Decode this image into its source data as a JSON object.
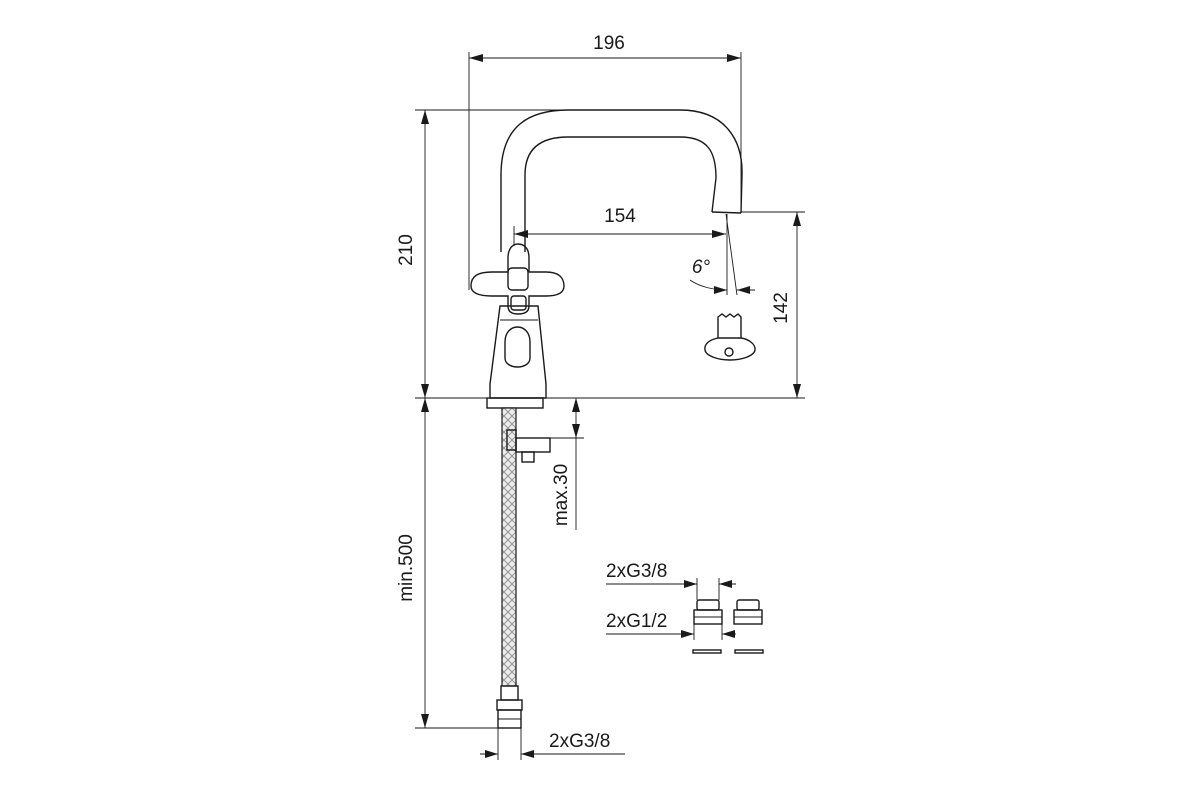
{
  "dimensions": {
    "overall_width": "196",
    "overall_height": "210",
    "spout_reach": "154",
    "spout_height": "142",
    "spout_angle": "6°",
    "min_hose_length": "min.500",
    "max_deck_thickness": "max.30",
    "hose_thread": "2xG3/8",
    "adapter_thread_small": "2xG3/8",
    "adapter_thread_large": "2xG1/2"
  },
  "colors": {
    "line": "#1a1a1a",
    "background": "#ffffff",
    "hose_fill": "#e0e0e0"
  }
}
